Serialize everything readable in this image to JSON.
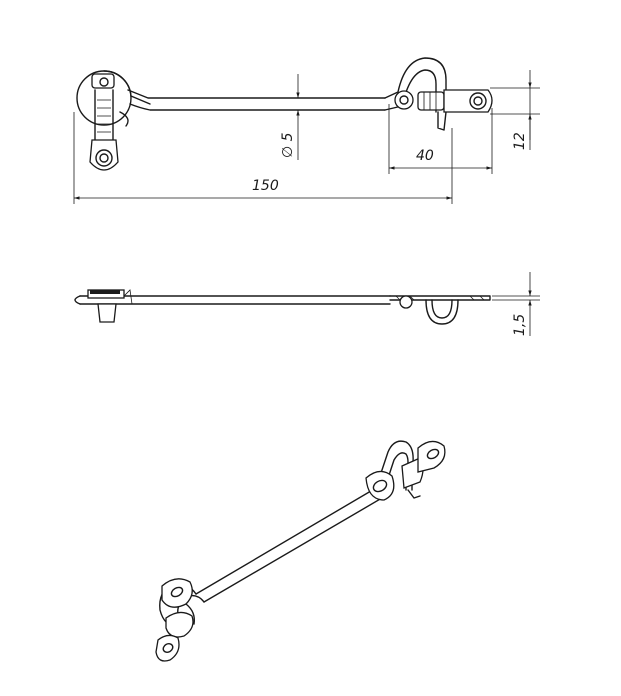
{
  "dimensions": {
    "diameter": "∅ 5",
    "length_hook_plate": "40",
    "height_plate": "12",
    "total_length": "150",
    "plate_thickness": "1,5"
  }
}
